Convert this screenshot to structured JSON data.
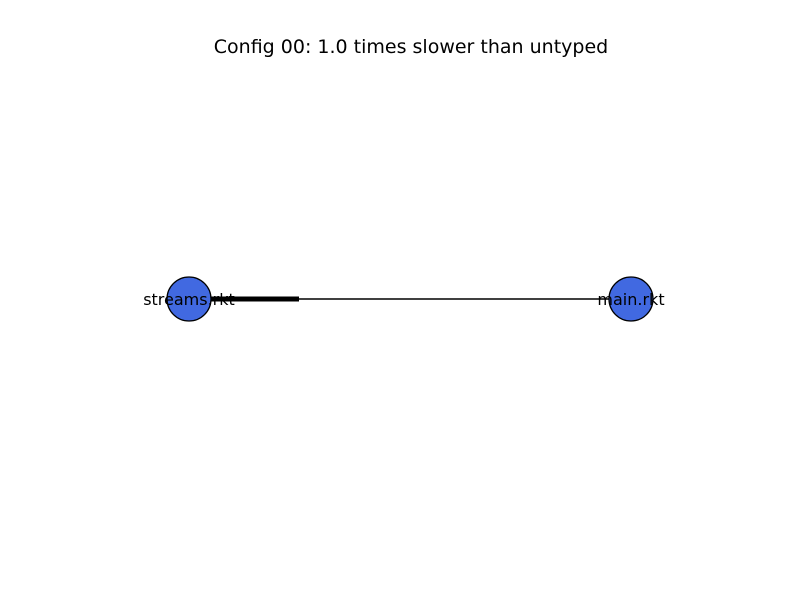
{
  "title": "Config 00: 1.0 times slower than untyped",
  "colors": {
    "node_fill": "#4169e1",
    "node_stroke": "#000000",
    "edge": "#000000",
    "background": "#ffffff"
  },
  "nodes": [
    {
      "id": "streams",
      "label": "streams.rkt"
    },
    {
      "id": "main",
      "label": "main.rkt"
    }
  ],
  "edges": [
    {
      "from": "main",
      "to": "streams",
      "style": "thin-with-thick-tail-toward-streams"
    }
  ]
}
